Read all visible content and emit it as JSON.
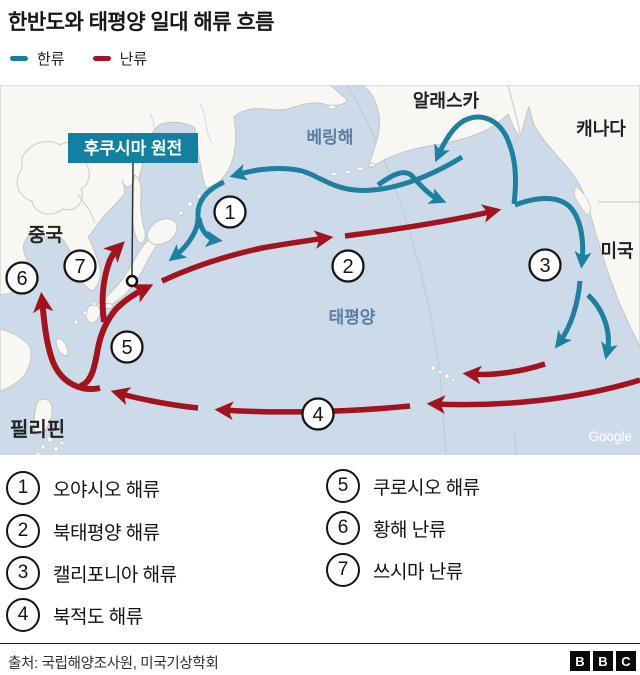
{
  "header": {
    "title": "한반도와 태평양 일대 해류 흐름",
    "legend": [
      {
        "label": "한류",
        "color": "#1380a1"
      },
      {
        "label": "난류",
        "color": "#a1142b"
      }
    ]
  },
  "map": {
    "callout": {
      "label": "후쿠시마 원전"
    },
    "place_labels": {
      "bering": "베링해",
      "alaska": "알래스카",
      "canada": "캐나다",
      "china": "중국",
      "usa": "미국",
      "pacific": "태평양",
      "philippines": "필리핀"
    },
    "watermark": "Google",
    "colors": {
      "sea": "#ccdaea",
      "land": "#f8f7f4",
      "cold_current": "#1f7f9e",
      "warm_current": "#a1141f",
      "callout_bg": "#1380a1"
    }
  },
  "currents": [
    {
      "id": "1",
      "name": "오야시오 해류"
    },
    {
      "id": "2",
      "name": "북태평양 해류"
    },
    {
      "id": "3",
      "name": "캘리포니아 해류"
    },
    {
      "id": "4",
      "name": "북적도 해류"
    },
    {
      "id": "5",
      "name": "쿠로시오 해류"
    },
    {
      "id": "6",
      "name": "황해 난류"
    },
    {
      "id": "7",
      "name": "쓰시마 난류"
    }
  ],
  "footer": {
    "source": "출처: 국립해양조사원, 미국기상학회",
    "logo_letters": [
      "B",
      "B",
      "C"
    ]
  }
}
